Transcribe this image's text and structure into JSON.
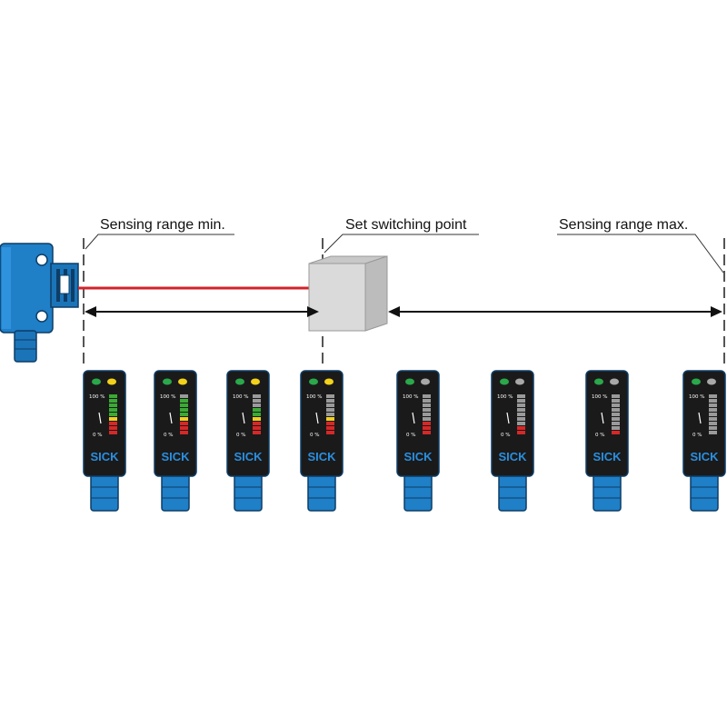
{
  "labels": {
    "min": "Sensing range min.",
    "switch": "Set switching point",
    "max": "Sensing range max."
  },
  "display": {
    "top_scale": "100 %",
    "bottom_scale": "0 %",
    "logo": "SICK"
  },
  "colors": {
    "sensor_blue": "#1f7fc7",
    "beam": "#d2232a",
    "led_green": "#2aa84a",
    "led_yellow": "#f2d21b",
    "led_off": "#a8a8a8",
    "seg_green": "#3aaa35",
    "seg_yellow": "#f0d020",
    "seg_red": "#d62828",
    "seg_off": "#9a9a9a",
    "logo_blue": "#2a8fe0"
  },
  "indicators": [
    {
      "state": "switched",
      "led_yellow_on": true,
      "lit_segments": 9
    },
    {
      "state": "switched",
      "led_yellow_on": true,
      "lit_segments": 8
    },
    {
      "state": "switched",
      "led_yellow_on": true,
      "lit_segments": 6
    },
    {
      "state": "switched",
      "led_yellow_on": true,
      "lit_segments": 4
    },
    {
      "state": "not-switched",
      "led_yellow_on": false,
      "lit_segments": 3
    },
    {
      "state": "not-switched",
      "led_yellow_on": false,
      "lit_segments": 2
    },
    {
      "state": "not-switched",
      "led_yellow_on": false,
      "lit_segments": 1
    },
    {
      "state": "not-switched",
      "led_yellow_on": false,
      "lit_segments": 0
    }
  ]
}
